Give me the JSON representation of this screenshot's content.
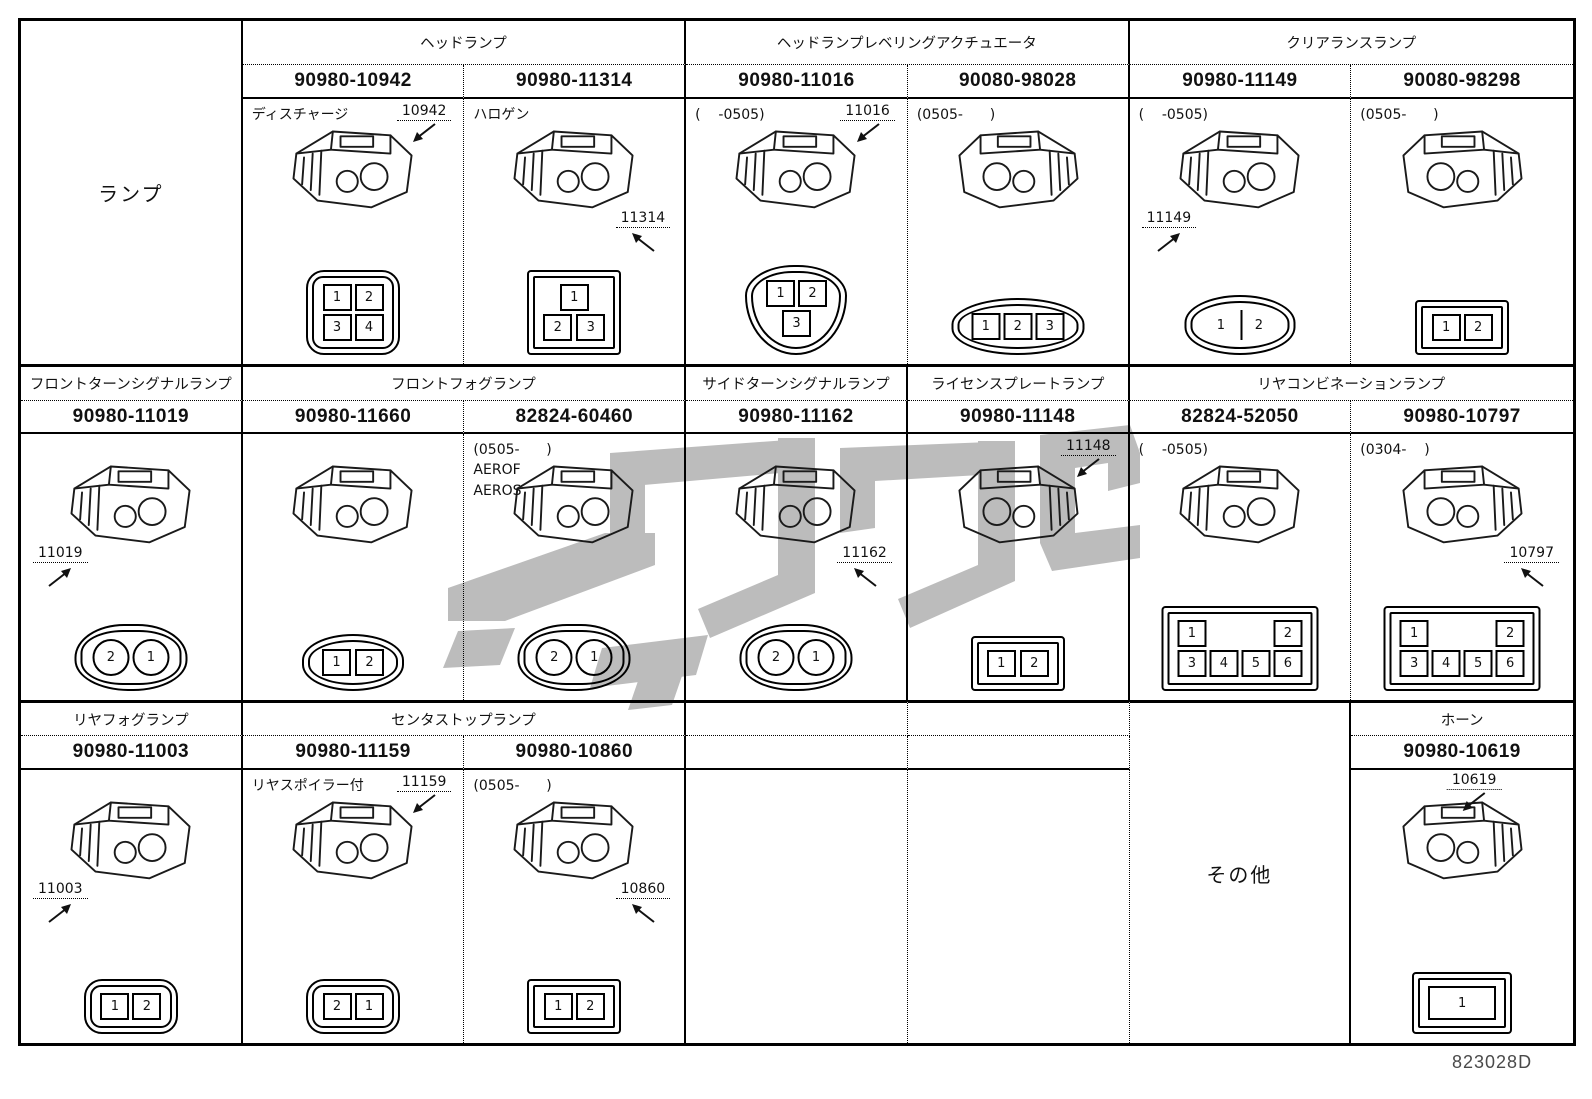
{
  "page": {
    "doc_code": "823028D",
    "row_label": "ランプ",
    "misc_label": "その他",
    "watermark_color": "#bcbcbc",
    "line_color": "#000000"
  },
  "bands": [
    {
      "groups": [
        {
          "header": "ヘッドランプ",
          "start": 2,
          "span": 2
        },
        {
          "header": "ヘッドランプレベリングアクチュエータ",
          "start": 4,
          "span": 2
        },
        {
          "header": "クリアランスランプ",
          "start": 6,
          "span": 2
        }
      ],
      "cells": [
        {
          "col": 2,
          "part": "90980-10942",
          "notes": [
            "ディスチャージ"
          ],
          "callout": "10942",
          "callout_pos": "top",
          "front": {
            "shape": "round",
            "pin_shape": "box",
            "rows": [
              [
                "1",
                "2"
              ],
              [
                "3",
                "4"
              ]
            ]
          }
        },
        {
          "col": 3,
          "part": "90980-11314",
          "notes": [
            "ハロゲン"
          ],
          "callout": "11314",
          "callout_pos": "midr",
          "front": {
            "shape": "rect",
            "pin_shape": "box",
            "rows": [
              [
                "1"
              ],
              [
                "2",
                "3"
              ]
            ],
            "spread_last": true
          }
        },
        {
          "col": 4,
          "part": "90980-11016",
          "notes": [
            "(    -0505)"
          ],
          "callout": "11016",
          "callout_pos": "top",
          "front": {
            "shape": "tri",
            "pin_shape": "box",
            "rows": [
              [
                "1",
                "2"
              ],
              [
                "3"
              ]
            ]
          }
        },
        {
          "col": 5,
          "part": "90080-98028",
          "notes": [
            "(0505-      )"
          ],
          "callout": "",
          "iso_flip": true,
          "front": {
            "shape": "oval",
            "pin_shape": "box",
            "rows": [
              [
                "1",
                "2",
                "3"
              ]
            ]
          }
        },
        {
          "col": 6,
          "part": "90980-11149",
          "notes": [
            "(    -0505)"
          ],
          "callout": "11149",
          "callout_pos": "mid",
          "front": {
            "shape": "oval",
            "pin_shape": "bar",
            "rows": [
              [
                "1",
                "2"
              ]
            ]
          }
        },
        {
          "col": 7,
          "part": "90080-98298",
          "notes": [
            "(0505-      )"
          ],
          "callout": "",
          "iso_flip": true,
          "front": {
            "shape": "rect",
            "pin_shape": "box",
            "rows": [
              [
                "1",
                "2"
              ]
            ]
          }
        }
      ]
    },
    {
      "groups": [
        {
          "header": "フロントターンシグナルランプ",
          "start": 1,
          "span": 1
        },
        {
          "header": "フロントフォグランプ",
          "start": 2,
          "span": 2
        },
        {
          "header": "サイドターンシグナルランプ",
          "start": 4,
          "span": 1
        },
        {
          "header": "ライセンスプレートランプ",
          "start": 5,
          "span": 1
        },
        {
          "header": "リヤコンビネーションランプ",
          "start": 6,
          "span": 2
        }
      ],
      "cells": [
        {
          "col": 1,
          "part": "90980-11019",
          "notes": [],
          "callout": "11019",
          "callout_pos": "mid",
          "front": {
            "shape": "blob",
            "pin_shape": "circle",
            "rows": [
              [
                "2",
                "1"
              ]
            ]
          }
        },
        {
          "col": 2,
          "part": "90980-11660",
          "notes": [],
          "callout": "",
          "front": {
            "shape": "oval",
            "pin_shape": "box",
            "rows": [
              [
                "1",
                "2"
              ]
            ],
            "spread_last": true
          }
        },
        {
          "col": 3,
          "part": "82824-60460",
          "notes": [
            "(0505-      )",
            "AEROF",
            "AEROS"
          ],
          "callout": "",
          "front": {
            "shape": "blob",
            "pin_shape": "circle",
            "rows": [
              [
                "2",
                "1"
              ]
            ]
          }
        },
        {
          "col": 4,
          "part": "90980-11162",
          "notes": [],
          "callout": "11162",
          "callout_pos": "midr",
          "front": {
            "shape": "blob",
            "pin_shape": "circle",
            "rows": [
              [
                "2",
                "1"
              ]
            ]
          }
        },
        {
          "col": 5,
          "part": "90980-11148",
          "notes": [],
          "callout": "11148",
          "callout_pos": "top",
          "iso_flip": true,
          "front": {
            "shape": "rect",
            "pin_shape": "box",
            "rows": [
              [
                "1",
                "2"
              ]
            ],
            "spread_last": true
          }
        },
        {
          "col": 6,
          "part": "82824-52050",
          "notes": [
            "(    -0505)"
          ],
          "callout": "",
          "front": {
            "shape": "rect",
            "pin_shape": "box",
            "rows": [
              [
                "1",
                "2"
              ],
              [
                "3",
                "4",
                "5",
                "6"
              ]
            ],
            "spread_first": true,
            "wide": true
          }
        },
        {
          "col": 7,
          "part": "90980-10797",
          "notes": [
            "(0304-    )"
          ],
          "callout": "10797",
          "callout_pos": "midr",
          "iso_flip": true,
          "front": {
            "shape": "rect",
            "pin_shape": "box",
            "rows": [
              [
                "1",
                "2"
              ],
              [
                "3",
                "4",
                "5",
                "6"
              ]
            ],
            "spread_first": true,
            "wide": true
          }
        }
      ]
    },
    {
      "groups": [
        {
          "header": "リヤフォグランプ",
          "start": 1,
          "span": 1
        },
        {
          "header": "センタストップランプ",
          "start": 2,
          "span": 2
        },
        {
          "header": "",
          "start": 4,
          "span": 1
        },
        {
          "header": "",
          "start": 5,
          "span": 1
        },
        {
          "header": "ホーン",
          "start": 7,
          "span": 1
        }
      ],
      "cells": [
        {
          "col": 1,
          "part": "90980-11003",
          "notes": [],
          "callout": "11003",
          "callout_pos": "mid",
          "front": {
            "shape": "round",
            "pin_shape": "box",
            "rows": [
              [
                "1",
                "2"
              ]
            ]
          }
        },
        {
          "col": 2,
          "part": "90980-11159",
          "notes": [
            "リヤスポイラー付"
          ],
          "callout": "11159",
          "callout_pos": "top",
          "front": {
            "shape": "oct",
            "pin_shape": "box",
            "rows": [
              [
                "2",
                "1"
              ]
            ]
          }
        },
        {
          "col": 3,
          "part": "90980-10860",
          "notes": [
            "(0505-      )"
          ],
          "callout": "10860",
          "callout_pos": "midr",
          "front": {
            "shape": "rect",
            "pin_shape": "box",
            "rows": [
              [
                "1",
                "2"
              ]
            ]
          }
        },
        {
          "col": 4,
          "part": "",
          "notes": [],
          "callout": "",
          "front": null
        },
        {
          "col": 5,
          "part": "",
          "notes": [],
          "callout": "",
          "front": null
        },
        {
          "col": 7,
          "part": "90980-10619",
          "notes": [],
          "callout": "10619",
          "callout_pos": "topc",
          "iso_flip": true,
          "front": {
            "shape": "rect",
            "pin_shape": "box",
            "rows": [
              [
                "1"
              ]
            ],
            "single_wide": true
          }
        }
      ]
    }
  ]
}
